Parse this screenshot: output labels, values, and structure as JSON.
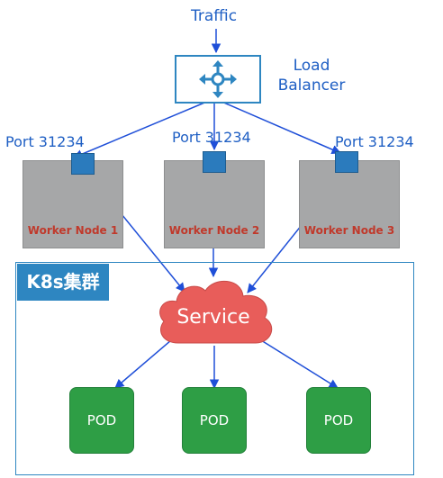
{
  "traffic_label": "Traffic",
  "load_balancer": {
    "line1": "Load",
    "line2": "Balancer",
    "icon": "load-balancer-icon"
  },
  "nodes": [
    {
      "label": "Worker Node 1",
      "port": "Port 31234"
    },
    {
      "label": "Worker Node 2",
      "port": "Port 31234"
    },
    {
      "label": "Worker Node 3",
      "port": "Port 31234"
    }
  ],
  "cluster_title": "K8s集群",
  "service_label": "Service",
  "pods": [
    {
      "label": "POD"
    },
    {
      "label": "POD"
    },
    {
      "label": "POD"
    }
  ],
  "colors": {
    "arrow": "#1f4fd8",
    "node_fill": "#a6a7a8",
    "node_text": "#c0392b",
    "port_fill": "#2b7bbd",
    "service_fill": "#e85d5a",
    "pod_fill": "#2e9e45",
    "cluster_border": "#2e86c1"
  }
}
